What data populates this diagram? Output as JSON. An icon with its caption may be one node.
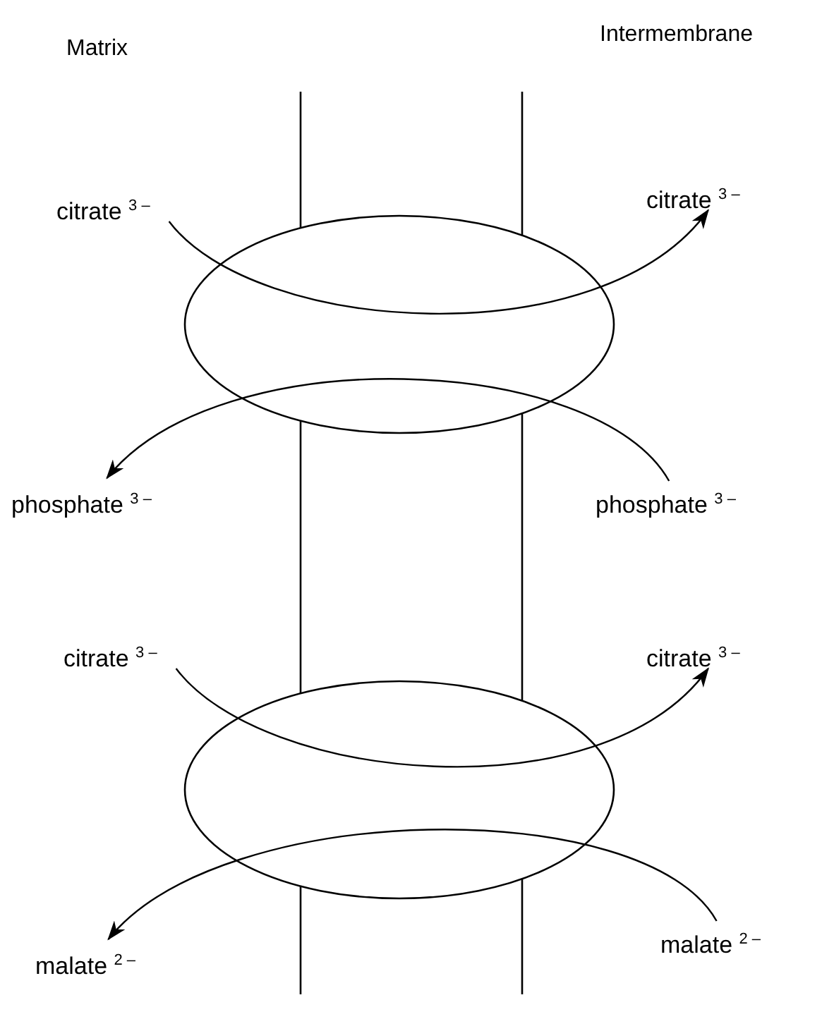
{
  "diagram": {
    "nodes": [
      {
        "text": [
          "citrate $^{3 –}$"
        ]
      },
      {
        "text": [
          "citrate $^{3 –}$"
        ]
      },
      {
        "text": [
          "phosphate $^{3 –}$"
        ]
      },
      {
        "text": [
          "phosphate $^{3 –}$"
        ]
      },
      {
        "text": [
          "citrate $^{3 –}$"
        ]
      },
      {
        "text": [
          "citrate $^{3 –}$"
        ]
      },
      {
        "text": [
          "malate $^{2 –}$"
        ]
      },
      {
        "text": [
          "malate $^{2 –}$"
        ]
      }
    ],
    "edges": [
      {
        "from": 0,
        "to": 1,
        "arrow": "to"
      },
      {
        "from": 2,
        "to": 3,
        "arrow": "to"
      },
      {
        "from": 4,
        "to": 5,
        "arrow": "to"
      },
      {
        "from": 6,
        "to": 7,
        "arrow": "to"
      }
    ],
    "labels": [
      "Matrix",
      "Intermembrane"
    ]
  }
}
